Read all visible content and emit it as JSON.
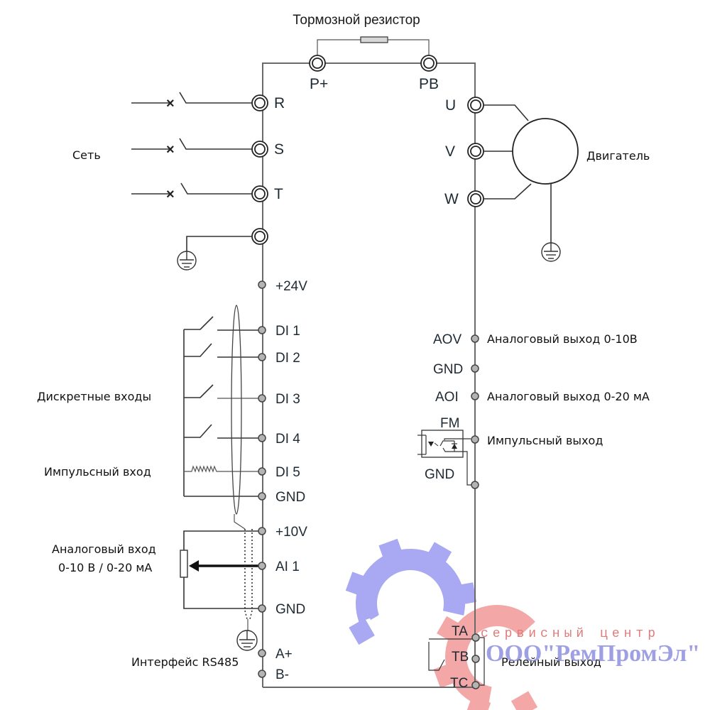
{
  "title": "Тормозной резистор",
  "power_section": {
    "network_label": "Сеть",
    "inputs": [
      "R",
      "S",
      "T"
    ],
    "brake_terminals": [
      "P+",
      "PB"
    ]
  },
  "motor_section": {
    "outputs": [
      "U",
      "V",
      "W"
    ],
    "motor_label": "Двигатель"
  },
  "control_left": {
    "supply": "+24V",
    "digital_inputs": [
      "DI 1",
      "DI 2",
      "DI 3",
      "DI 4",
      "DI 5"
    ],
    "gnd1": "GND",
    "ref": "+10V",
    "analog_in": "AI 1",
    "gnd2": "GND",
    "rs485": [
      "A+",
      "B-"
    ],
    "labels": {
      "discrete_inputs": "Дискретные входы",
      "pulse_input": "Импульсный вход",
      "analog_input_line1": "Аналоговый вход",
      "analog_input_line2": "0-10 В / 0-20 мА",
      "rs485": "Интерфейс RS485"
    }
  },
  "control_right": {
    "aov": "AOV",
    "aov_desc": "Аналоговый выход 0-10В",
    "gnd": "GND",
    "aoi": "AOI",
    "aoi_desc": "Аналоговый выход 0-20 мА",
    "fm": "FM",
    "fm_desc": "Импульсный выход",
    "fm_gnd": "GND",
    "relay": [
      "TA",
      "TB",
      "TC"
    ],
    "relay_desc": "Релейный выход"
  },
  "watermark": {
    "line1": "сервисный центр",
    "line2": "ООО\"РемПромЭл\"",
    "gear_colors": [
      "#8c8cf0",
      "#f08a8a"
    ]
  }
}
